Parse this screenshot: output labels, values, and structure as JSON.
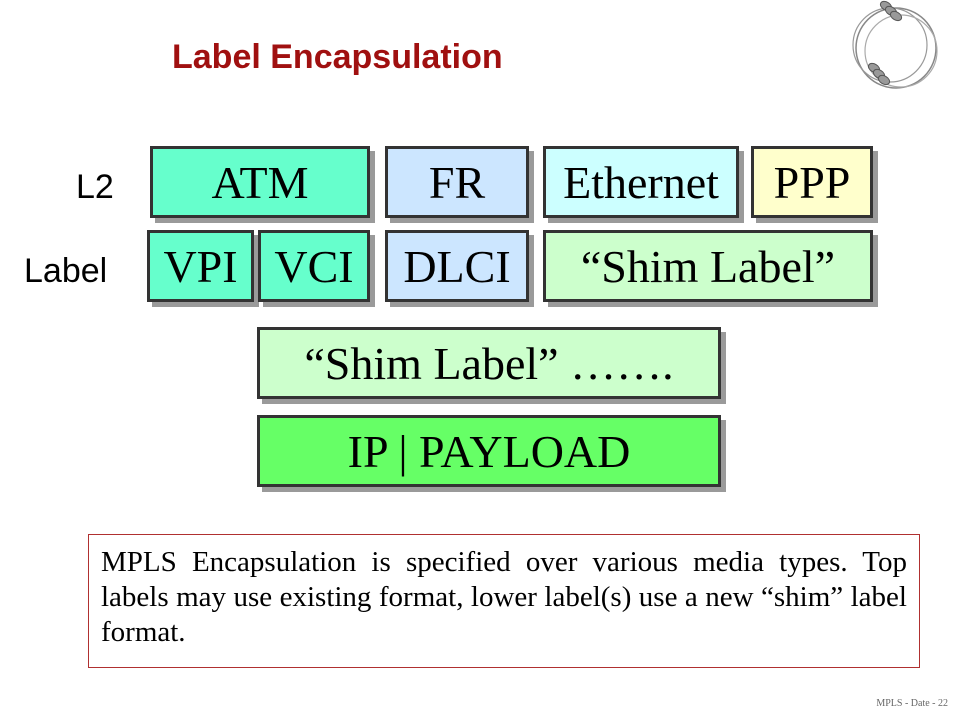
{
  "title": "Label Encapsulation",
  "row_labels": {
    "l2": "L2",
    "label": "Label"
  },
  "l2_boxes": [
    {
      "text": "ATM",
      "color": "#66ffcc"
    },
    {
      "text": "FR",
      "color": "#cce6ff"
    },
    {
      "text": "Ethernet",
      "color": "#ccffff"
    },
    {
      "text": "PPP",
      "color": "#ffffcc"
    }
  ],
  "label_boxes": [
    {
      "text": "VPI",
      "color": "#66ffcc"
    },
    {
      "text": "VCI",
      "color": "#66ffcc"
    },
    {
      "text": "DLCI",
      "color": "#cce6ff"
    },
    {
      "text": "“Shim Label”",
      "color": "#ccffcc"
    }
  ],
  "stack_boxes": [
    {
      "text": "“Shim Label” …….",
      "color": "#ccffcc"
    },
    {
      "text": "IP | PAYLOAD",
      "color": "#66ff66"
    }
  ],
  "note": "MPLS Encapsulation is specified over various media types. Top labels may use existing format, lower label(s) use a new “shim” label format.",
  "footer": "MPLS - Date - 22"
}
